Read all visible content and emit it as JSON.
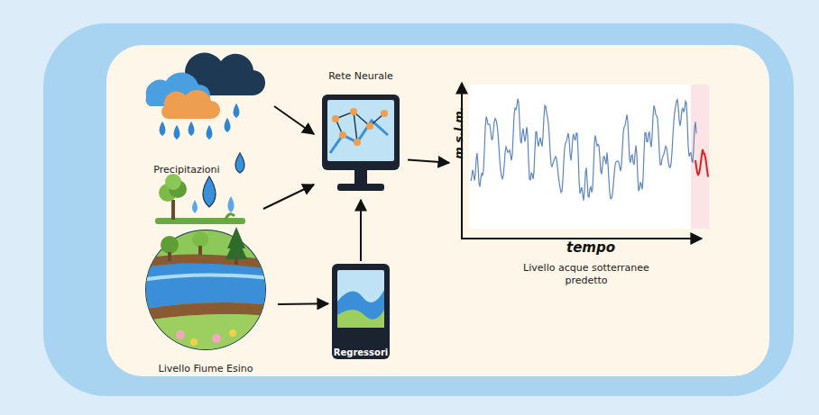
{
  "diagram": {
    "nodes": [
      {
        "text": [
          "Precipitazioni"
        ]
      },
      {
        "text": [
          "Rete Neurale"
        ]
      },
      {
        "text": [
          "m s.l.m.",
          "tempo",
          "Livello acque sotterranee predetto"
        ]
      },
      {
        "text": [
          "Livello Fiume Esino"
        ]
      },
      {
        "text": [
          "Regressori"
        ]
      }
    ],
    "edges": [
      {
        "from": 0,
        "to": 1,
        "arrow": "to"
      },
      {
        "from": 3,
        "to": 4,
        "arrow": "to"
      },
      {
        "from": 4,
        "to": 1,
        "arrow": "to"
      },
      {
        "from": 1,
        "to": 2,
        "arrow": "to"
      }
    ]
  }
}
